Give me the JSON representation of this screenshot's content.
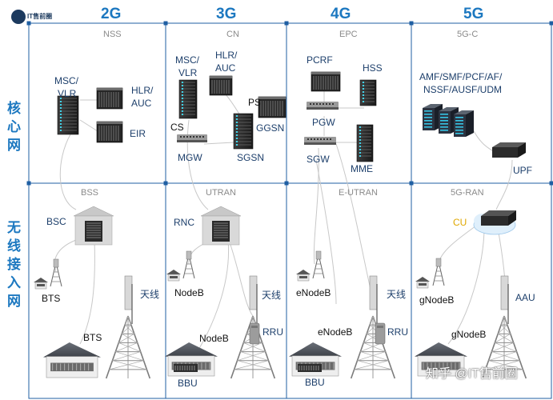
{
  "logo": {
    "text": "IT售前圈"
  },
  "generations": [
    "2G",
    "3G",
    "4G",
    "5G"
  ],
  "rows": {
    "core": "核心网",
    "access": "无线接入网"
  },
  "sections": {
    "nss": "NSS",
    "cn": "CN",
    "epc": "EPC",
    "c5g": "5G-C",
    "bss": "BSS",
    "utran": "UTRAN",
    "eutran": "E-UTRAN",
    "ran5g": "5G-RAN"
  },
  "core2g": {
    "msc_vlr": [
      "MSC/",
      "VLR"
    ],
    "hlr_auc": [
      "HLR/",
      "AUC"
    ],
    "eir": "EIR"
  },
  "core3g": {
    "msc_vlr": [
      "MSC/",
      "VLR"
    ],
    "hlr_auc": [
      "HLR/",
      "AUC"
    ],
    "ps": "PS",
    "cs": "CS",
    "ggsn": "GGSN",
    "mgw": "MGW",
    "sgsn": "SGSN"
  },
  "core4g": {
    "pcrf": "PCRF",
    "hss": "HSS",
    "pgw": "PGW",
    "sgw": "SGW",
    "mme": "MME"
  },
  "core5g": {
    "nf": [
      "AMF/SMF/PCF/AF/",
      "NSSF/AUSF/UDM"
    ],
    "upf": "UPF"
  },
  "access2g": {
    "bsc": "BSC",
    "bts_small": "BTS",
    "antenna": "天线",
    "bts_big": "BTS"
  },
  "access3g": {
    "rnc": "RNC",
    "nodeb_small": "NodeB",
    "antenna": "天线",
    "nodeb_big": "NodeB",
    "rru": "RRU",
    "bbu": "BBU"
  },
  "access4g": {
    "enodeb_small": "eNodeB",
    "antenna": "天线",
    "enodeb_big": "eNodeB",
    "rru": "RRU",
    "bbu": "BBU"
  },
  "access5g": {
    "cu": "CU",
    "gnodeb_small": "gNodeB",
    "aau": "AAU",
    "gnodeb_big": "gNodeB"
  },
  "watermark": "知乎 @IT售前圈",
  "colors": {
    "accent": "#1c78c0",
    "label": "#1d3f6b",
    "cu": "#e0a800",
    "frame": "#1f5fa3"
  }
}
